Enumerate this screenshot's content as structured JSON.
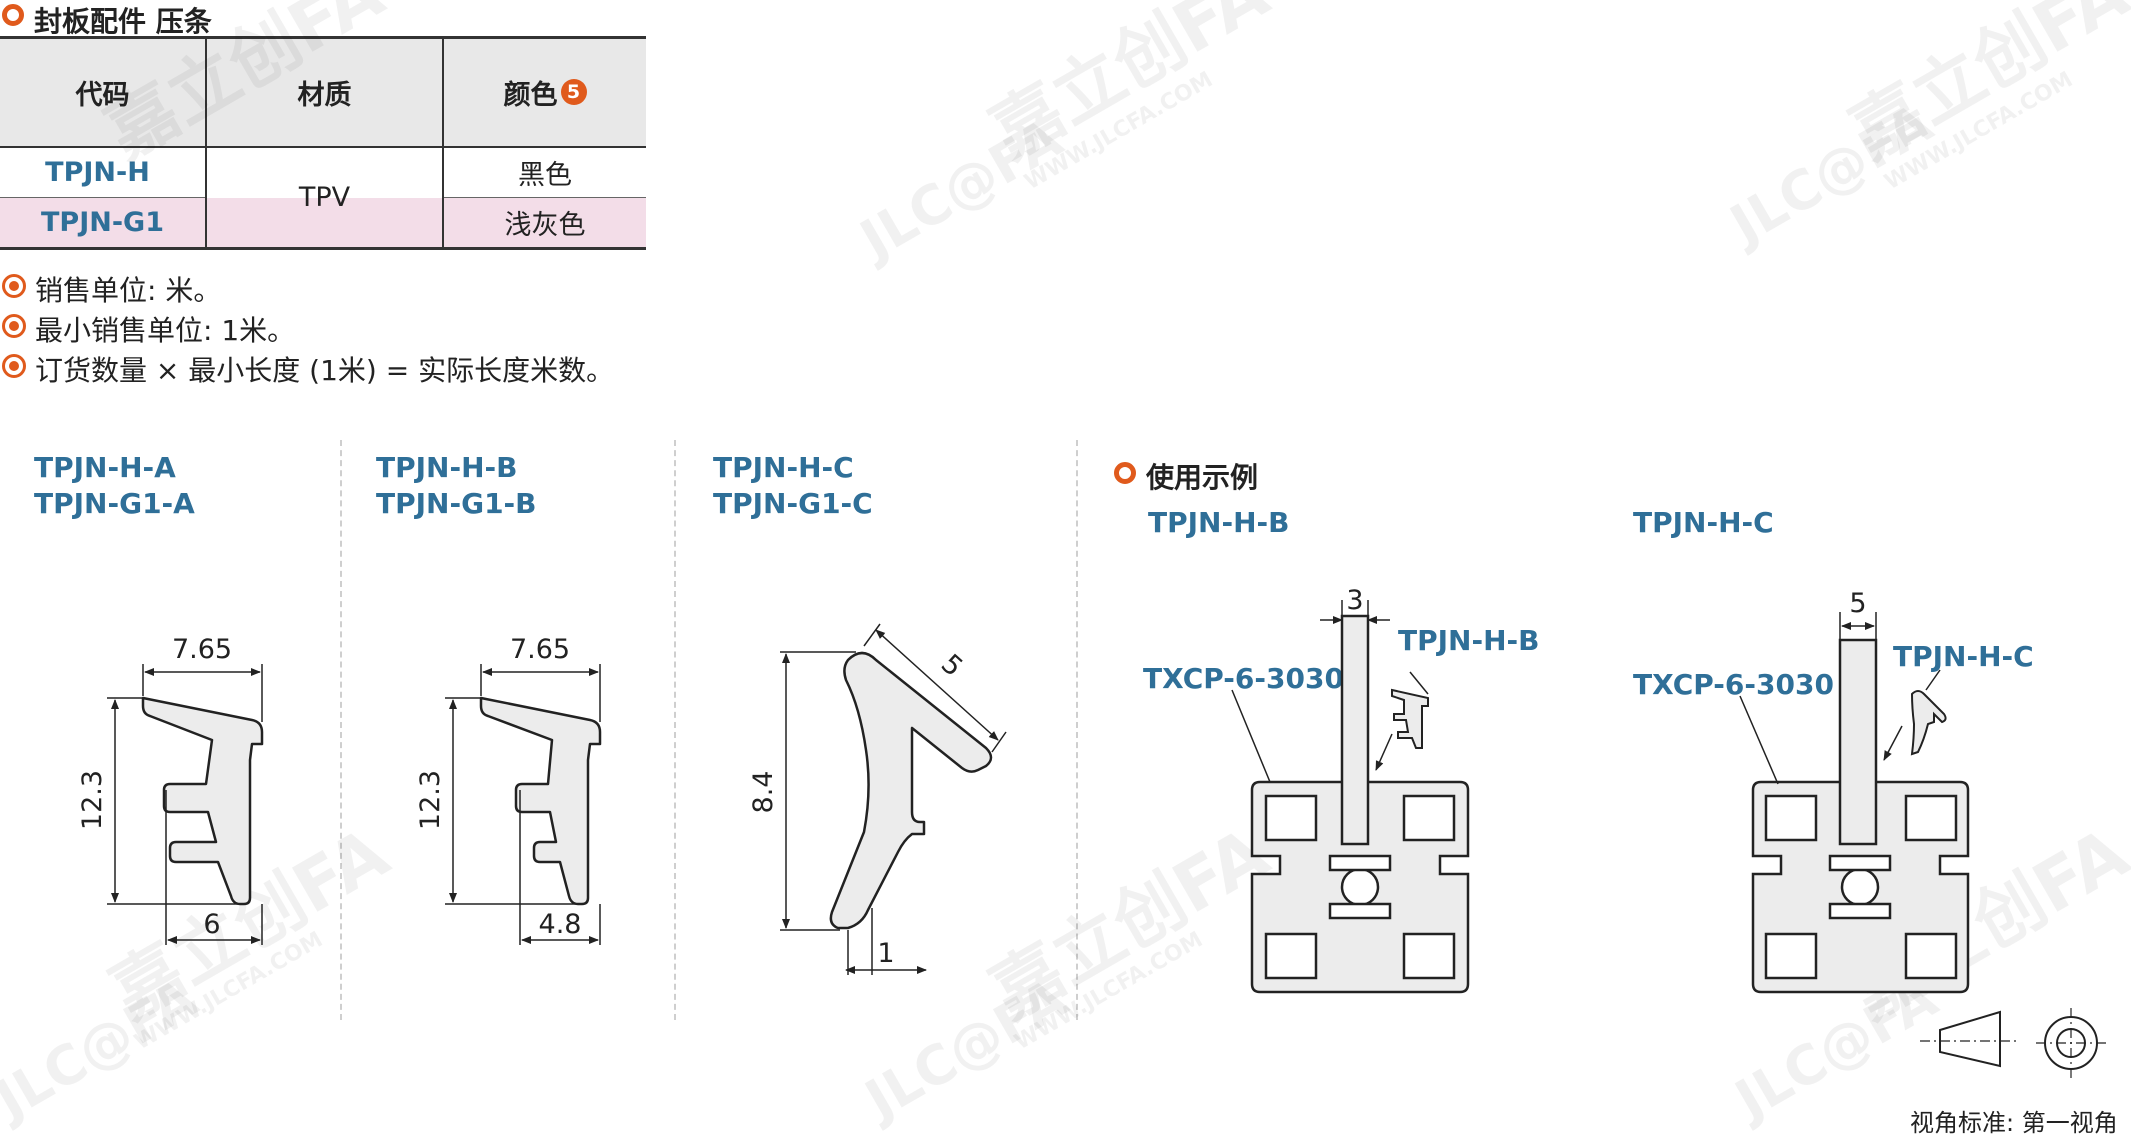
{
  "header": {
    "title": "封板配件  压条"
  },
  "spec_table": {
    "headers": [
      "代码",
      "材质",
      "颜色"
    ],
    "color_badge": "5",
    "rows": [
      {
        "code": "TPJN-H",
        "color": "黑色"
      },
      {
        "code": "TPJN-G1",
        "color": "浅灰色"
      }
    ],
    "material": "TPV",
    "row_highlight": "#f3dde8"
  },
  "notes": [
    "销售单位: 米。",
    "最小销售单位: 1米。",
    "订货数量 × 最小长度 (1米) = 实际长度米数。"
  ],
  "profiles": [
    {
      "names": [
        "TPJN-H-A",
        "TPJN-G1-A"
      ],
      "dims": {
        "width": "7.65",
        "height": "12.3",
        "base": "6"
      }
    },
    {
      "names": [
        "TPJN-H-B",
        "TPJN-G1-B"
      ],
      "dims": {
        "width": "7.65",
        "height": "12.3",
        "base": "4.8"
      }
    },
    {
      "names": [
        "TPJN-H-C",
        "TPJN-G1-C"
      ],
      "dims": {
        "edge": "5",
        "height": "8.4",
        "base": "1"
      }
    }
  ],
  "usage": {
    "title": "使用示例",
    "examples": [
      {
        "title": "TPJN-H-B",
        "panel_width": "3",
        "strip_label": "TPJN-H-B",
        "profile_label": "TXCP-6-3030"
      },
      {
        "title": "TPJN-H-C",
        "panel_width": "5",
        "strip_label": "TPJN-H-C",
        "profile_label": "TXCP-6-3030"
      }
    ]
  },
  "view_standard": "视角标准: 第一视角",
  "watermark": {
    "brand": "嘉立创FA",
    "logo": "JLC@FA",
    "url": "WWW.JLCFA.COM"
  },
  "colors": {
    "accent": "#e05a1c",
    "code_blue": "#2f6f98",
    "part_fill": "#ececec"
  }
}
